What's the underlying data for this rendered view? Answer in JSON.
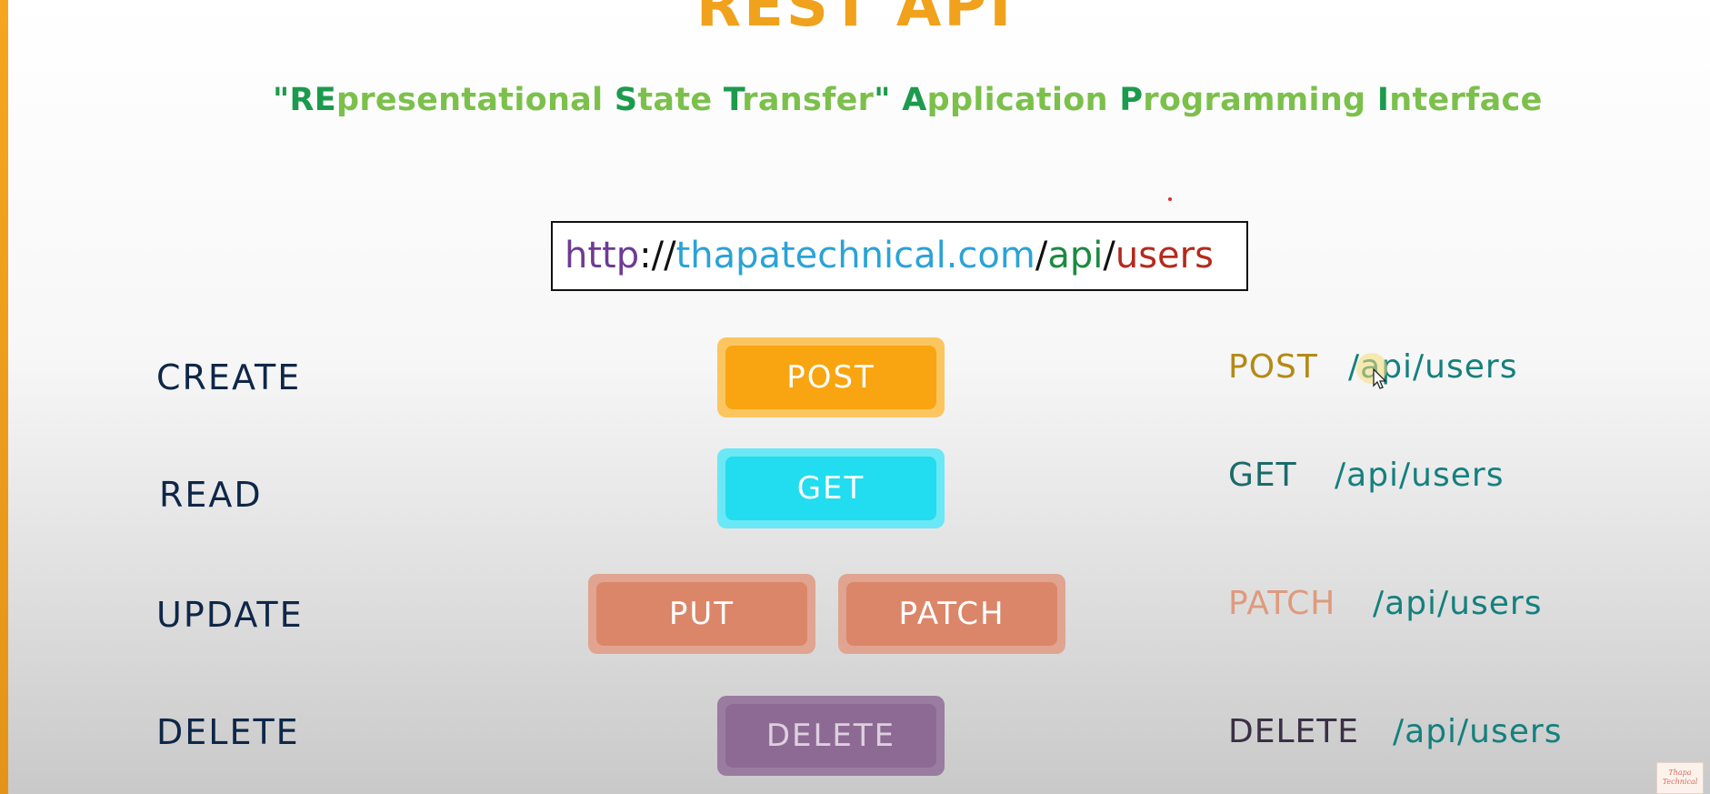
{
  "title": "REST API",
  "subtitle": [
    {
      "cap": "\"RE",
      "rest": "presentational "
    },
    {
      "cap": "S",
      "rest": "tate "
    },
    {
      "cap": "T",
      "rest": "ransfer"
    },
    {
      "cap": "\" A",
      "rest": "pplication "
    },
    {
      "cap": "P",
      "rest": "rogramming "
    },
    {
      "cap": "I",
      "rest": "nterface"
    }
  ],
  "url": {
    "protocol": "http",
    "separator": "://",
    "domain": "thapatechnical.com",
    "slash": "/",
    "api": "api",
    "users": "users"
  },
  "operations": [
    {
      "label": "CREATE"
    },
    {
      "label": "READ"
    },
    {
      "label": "UPDATE"
    },
    {
      "label": "DELETE"
    }
  ],
  "buttons": {
    "post": "POST",
    "get": "GET",
    "put": "PUT",
    "patch": "PATCH",
    "delete": "DELETE"
  },
  "routes": [
    {
      "method": "POST",
      "path": "/api/users"
    },
    {
      "method": "GET",
      "path": "/api/users"
    },
    {
      "method": "PATCH",
      "path": "/api/users"
    },
    {
      "method": "DELETE",
      "path": "/api/users"
    }
  ],
  "colors": {
    "accent": "#f0a21c",
    "post": "#f8a511",
    "get": "#22dcef",
    "put_patch": "#db8669",
    "delete": "#8d6a93",
    "route_path": "#14807e"
  },
  "logo": "Thapa Technical"
}
